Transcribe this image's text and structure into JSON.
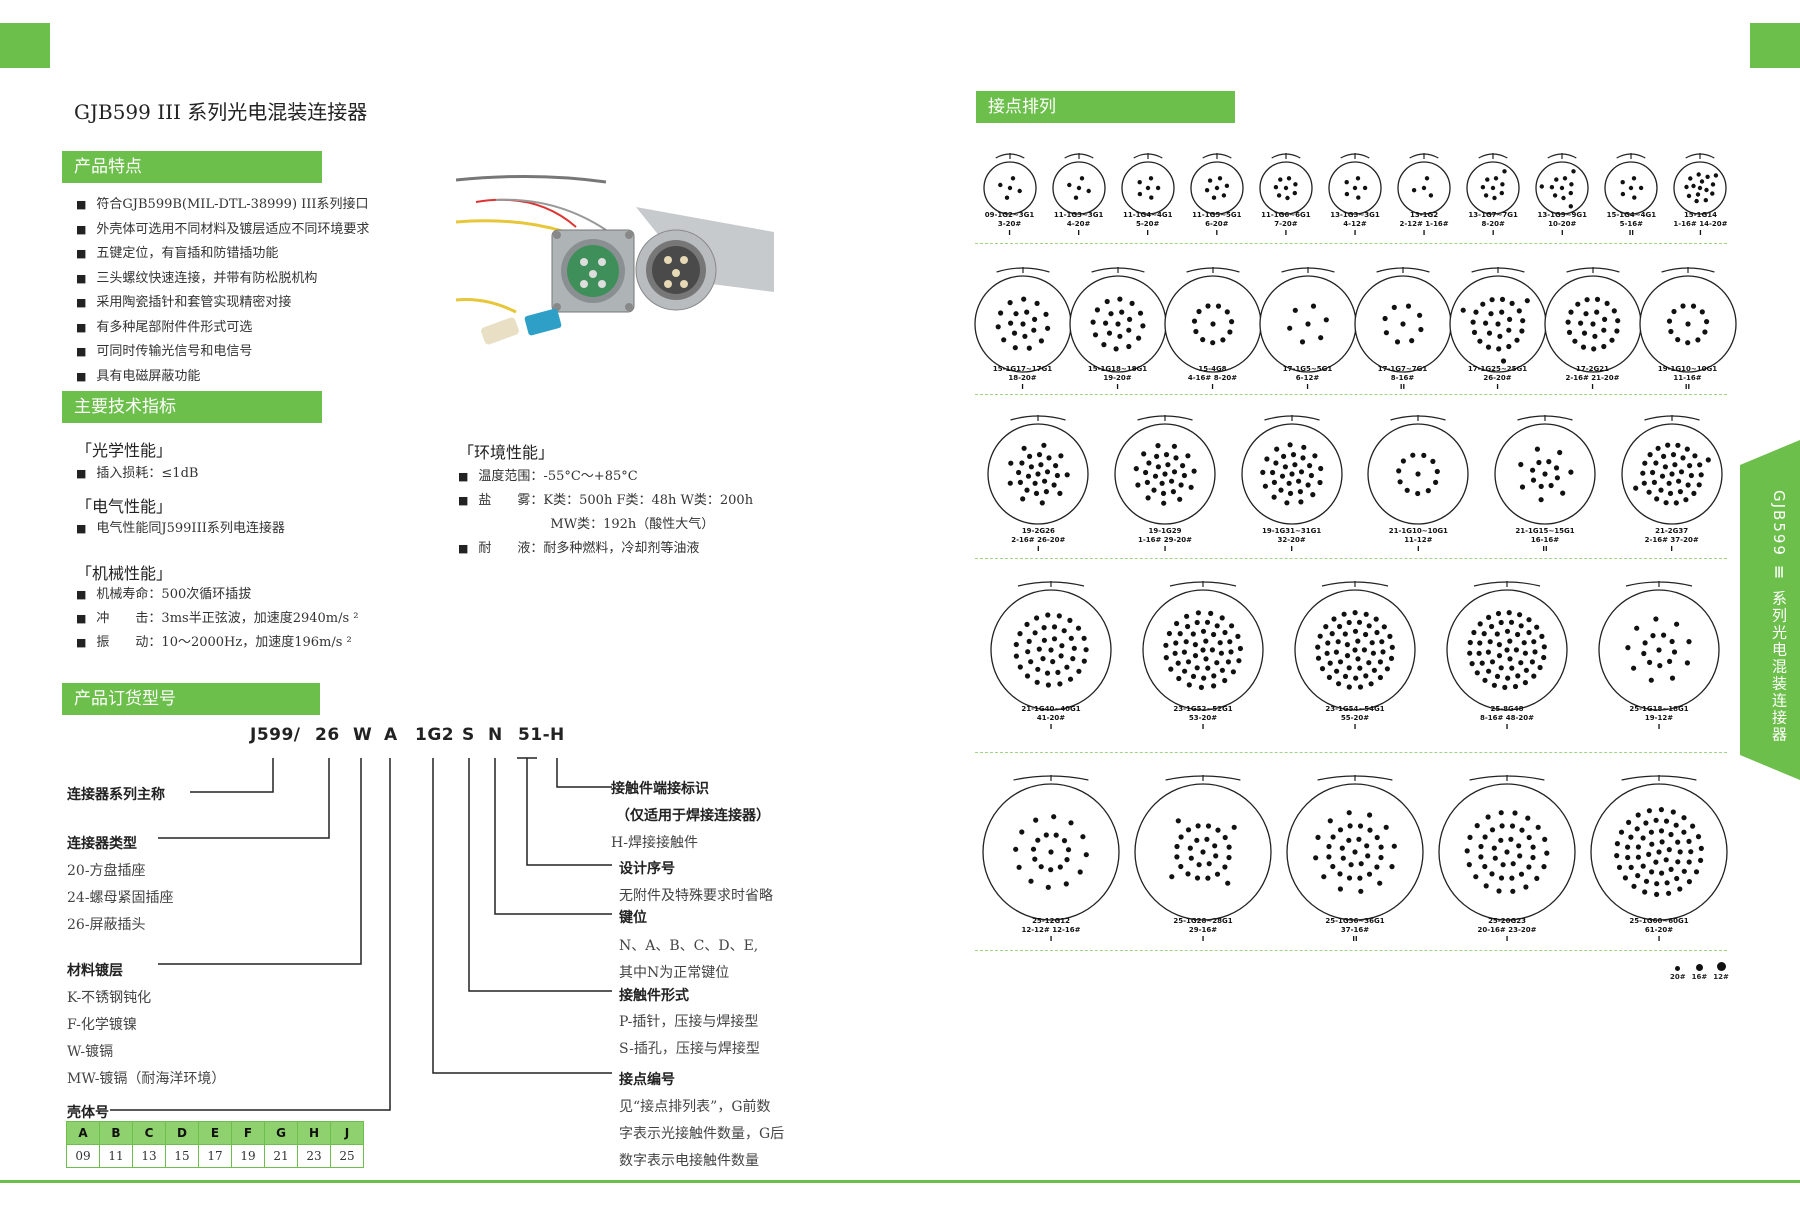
{
  "header": {
    "title": "GJB599 III 系列光电混装连接器"
  },
  "features": {
    "band": "产品特点",
    "items": [
      "符合GJB599B(MIL-DTL-38999) III系列接口",
      "外壳体可选用不同材料及镀层适应不同环境要求",
      "五键定位，有盲插和防错插功能",
      "三头螺纹快速连接，并带有防松脱机构",
      "采用陶瓷插针和套管实现精密对接",
      "有多种尾部附件件形式可选",
      "可同时传输光信号和电信号",
      "具有电磁屏蔽功能"
    ]
  },
  "specs": {
    "band": "主要技术指标",
    "optical": {
      "title": "「光学性能」",
      "items": [
        "插入损耗：≤1dB"
      ]
    },
    "electrical": {
      "title": "「电气性能」",
      "items": [
        "电气性能同J599III系列电连接器"
      ]
    },
    "mechanical": {
      "title": "「机械性能」",
      "items": [
        {
          "k": "机械寿命：",
          "v": "500次循环插拔"
        },
        {
          "k": "冲　　击：",
          "v": "3ms半正弦波，加速度2940m/s ²"
        },
        {
          "k": "振　　动：",
          "v": "10～2000Hz，加速度196m/s ²"
        }
      ]
    },
    "environment": {
      "title": "「环境性能」",
      "items": [
        {
          "k": "温度范围：",
          "v": "-55°C～+85°C"
        },
        {
          "k": "盐　　雾：",
          "v": "K类：500h  F类：48h   W类：200h"
        },
        {
          "k": "",
          "v": "MW类：192h（酸性大气）"
        },
        {
          "k": "耐　　液：",
          "v": "耐多种燃料，冷却剂等油液"
        }
      ]
    }
  },
  "order": {
    "band": "产品订货型号",
    "code": [
      "J599/",
      "26",
      "W",
      "A",
      "1G2",
      "S",
      "N",
      "51-",
      "H"
    ],
    "series_label": "连接器系列主称",
    "type_label": "连接器类型",
    "type_items": [
      "20-方盘插座",
      "24-螺母紧固插座",
      "26-屏蔽插头"
    ],
    "material_label": "材料镀层",
    "material_items": [
      "K-不锈钢钝化",
      "F-化学镀镍",
      "W-镀镉",
      "MW-镀镉（耐海洋环境）"
    ],
    "shell_label": "壳体号",
    "shell_letters": [
      "A",
      "B",
      "C",
      "D",
      "E",
      "F",
      "G",
      "H",
      "J"
    ],
    "shell_sizes": [
      "09",
      "11",
      "13",
      "15",
      "17",
      "19",
      "21",
      "23",
      "25"
    ],
    "term_label": "接触件端接标识",
    "term_sub": "（仅适用于焊接连接器）",
    "term_item": "H-焊接接触件",
    "design_label": "设计序号",
    "design_item": "无附件及特殊要求时省略",
    "key_label": "键位",
    "key_items": [
      "N、A、B、C、D、E,",
      "其中N为正常键位"
    ],
    "contact_label": "接触件形式",
    "contact_items": [
      "P-插针，压接与焊接型",
      "S-插孔，压接与焊接型"
    ],
    "arr_label": "接点编号",
    "arr_items": [
      "见“接点排列表”，G前数",
      "字表示光接触件数量，G后",
      "数字表示电接触件数量"
    ]
  },
  "pinout": {
    "band": "接点排列",
    "rows": [
      {
        "conns": [
          {
            "l1": "09-1G2~3G1",
            "l2": "3-20#",
            "l3": "I",
            "n": 5
          },
          {
            "l1": "11-1G3~3G1",
            "l2": "4-20#",
            "l3": "I",
            "n": 5
          },
          {
            "l1": "11-1G4~4G1",
            "l2": "5-20#",
            "l3": "I",
            "n": 6
          },
          {
            "l1": "11-1G5~5G1",
            "l2": "6-20#",
            "l3": "I",
            "n": 7
          },
          {
            "l1": "11-1G6~6G1",
            "l2": "7-20#",
            "l3": "I",
            "n": 8
          },
          {
            "l1": "13-1G3~3G1",
            "l2": "4-12#",
            "l3": "I",
            "n": 6
          },
          {
            "l1": "13-1G2",
            "l2": "2-12# 1-16#",
            "l3": "I",
            "n": 4
          },
          {
            "l1": "13-1G7~7G1",
            "l2": "8-20#",
            "l3": "I",
            "n": 9
          },
          {
            "l1": "13-1G9~9G1",
            "l2": "10-20#",
            "l3": "I",
            "n": 11
          },
          {
            "l1": "15-1G4~4G1",
            "l2": "5-16#",
            "l3": "II",
            "n": 6
          },
          {
            "l1": "15-1G14",
            "l2": "1-16# 14-20#",
            "l3": "I",
            "n": 15
          }
        ]
      },
      {
        "conns": [
          {
            "l1": "15-1G17~17G1",
            "l2": "18-20#",
            "l3": "I",
            "n": 19
          },
          {
            "l1": "15-1G18~18G1",
            "l2": "19-20#",
            "l3": "I",
            "n": 20
          },
          {
            "l1": "15-4G8",
            "l2": "4-16# 8-20#",
            "l3": "I",
            "n": 12
          },
          {
            "l1": "17-1G5~5G1",
            "l2": "6-12#",
            "l3": "I",
            "n": 7
          },
          {
            "l1": "17-1G7~7G1",
            "l2": "8-16#",
            "l3": "II",
            "n": 9
          },
          {
            "l1": "17-1G25~25G1",
            "l2": "26-20#",
            "l3": "I",
            "n": 26
          },
          {
            "l1": "17-2G21",
            "l2": "2-16# 21-20#",
            "l3": "I",
            "n": 23
          },
          {
            "l1": "19-1G10~10G1",
            "l2": "11-16#",
            "l3": "II",
            "n": 12
          }
        ]
      },
      {
        "conns": [
          {
            "l1": "19-2G26",
            "l2": "2-16# 26-20#",
            "l3": "I",
            "n": 28
          },
          {
            "l1": "19-1G29",
            "l2": "1-16# 29-20#",
            "l3": "I",
            "n": 30
          },
          {
            "l1": "19-1G31~31G1",
            "l2": "32-20#",
            "l3": "I",
            "n": 32
          },
          {
            "l1": "21-1G10~10G1",
            "l2": "11-12#",
            "l3": "I",
            "n": 12
          },
          {
            "l1": "21-1G15~15G1",
            "l2": "16-16#",
            "l3": "II",
            "n": 16
          },
          {
            "l1": "21-2G37",
            "l2": "2-16# 37-20#",
            "l3": "I",
            "n": 39
          }
        ]
      },
      {
        "conns": [
          {
            "l1": "21-1G40~40G1",
            "l2": "41-20#",
            "l3": "I",
            "n": 41
          },
          {
            "l1": "23-1G52~52G1",
            "l2": "53-20#",
            "l3": "I",
            "n": 53
          },
          {
            "l1": "23-1G54~54G1",
            "l2": "55-20#",
            "l3": "I",
            "n": 55
          },
          {
            "l1": "25-8G48",
            "l2": "8-16# 48-20#",
            "l3": "I",
            "n": 56
          },
          {
            "l1": "25-1G18~18G1",
            "l2": "19-12#",
            "l3": "I",
            "n": 19
          }
        ]
      },
      {
        "conns": [
          {
            "l1": "25-12G12",
            "l2": "12-12# 12-16#",
            "l3": "I",
            "n": 24
          },
          {
            "l1": "25-1G28~28G1",
            "l2": "29-16#",
            "l3": "I",
            "n": 29
          },
          {
            "l1": "25-1G36~36G1",
            "l2": "37-16#",
            "l3": "II",
            "n": 37
          },
          {
            "l1": "25-20G23",
            "l2": "20-16# 23-20#",
            "l3": "I",
            "n": 43
          },
          {
            "l1": "25-1G60~60G1",
            "l2": "61-20#",
            "l3": "I",
            "n": 61
          }
        ]
      }
    ],
    "legend": [
      "20#",
      "16#",
      "12#"
    ]
  },
  "side_tab": "GJB599 Ⅲ 系列光电混装连接器",
  "colors": {
    "accent": "#6dbf4b"
  }
}
